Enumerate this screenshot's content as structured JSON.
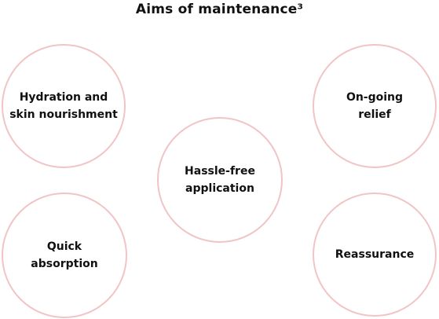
{
  "title": "Aims of maintenance³",
  "circles": {
    "hydration": "Hydration and\nskin nourishment",
    "ongoing": "On-going\nrelief",
    "hassle_free": "Hassle-free\napplication",
    "quick": "Quick\nabsorption",
    "reassurance": "Reassurance"
  },
  "colors": {
    "circle_border": "#f1c4c6",
    "text": "#111111",
    "background": "#ffffff"
  }
}
